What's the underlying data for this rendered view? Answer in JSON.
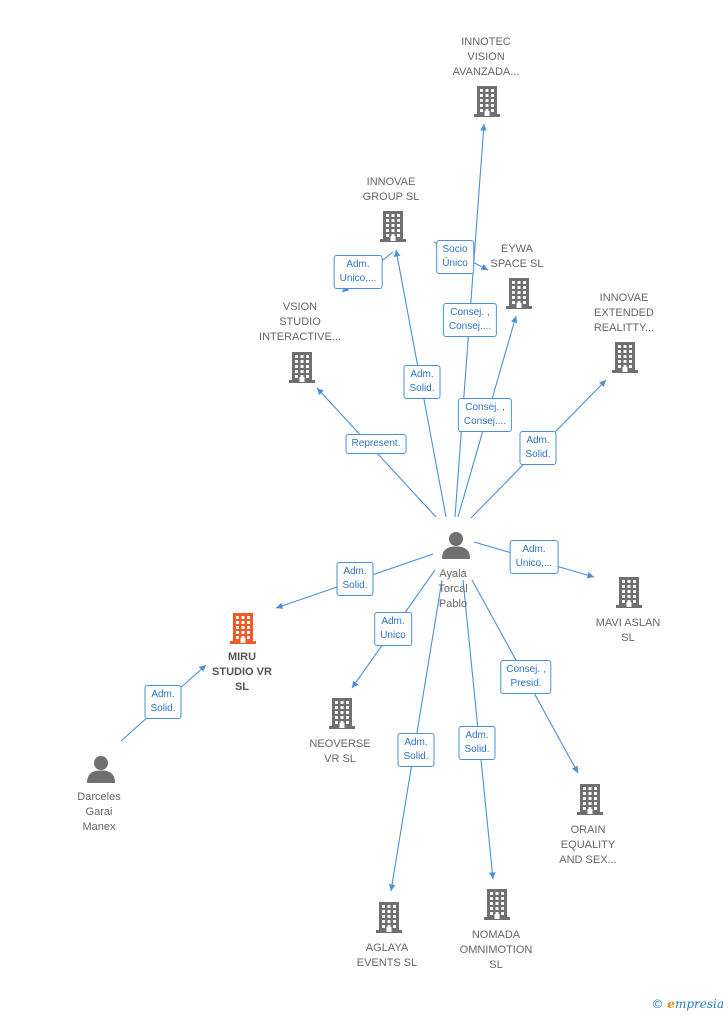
{
  "colors": {
    "edge": "#4a90d9",
    "company": "#6f6f6f",
    "highlight": "#ee5a28",
    "person": "#6f6f6f"
  },
  "nodes": {
    "ayala": {
      "label": "Ayala\nTorcal\nPablo",
      "kind": "person"
    },
    "darceles": {
      "label": "Darceles\nGarai\nManex",
      "kind": "person"
    },
    "innotec": {
      "label": "INNOTEC\nVISION\nAVANZADA...",
      "kind": "company"
    },
    "innovae": {
      "label": "INNOVAE\nGROUP  SL",
      "kind": "company"
    },
    "eywa": {
      "label": "EYWA\nSPACE  SL",
      "kind": "company"
    },
    "vsion": {
      "label": "VSION\nSTUDIO\nINTERACTIVE...",
      "kind": "company"
    },
    "innovae_ext": {
      "label": "INNOVAE\nEXTENDED\nREALITTY...",
      "kind": "company"
    },
    "miru": {
      "label": "MIRU\nSTUDIO VR\nSL",
      "kind": "highlight"
    },
    "mavi": {
      "label": "MAVI ASLAN\nSL",
      "kind": "company"
    },
    "neoverse": {
      "label": "NEOVERSE\nVR  SL",
      "kind": "company"
    },
    "orain": {
      "label": "ORAIN\nEQUALITY\nAND SEX...",
      "kind": "company"
    },
    "aglaya": {
      "label": "AGLAYA\nEVENTS  SL",
      "kind": "company"
    },
    "nomada": {
      "label": "NOMADA\nOMNIMOTION\nSL",
      "kind": "company"
    }
  },
  "edges": [
    {
      "from": "ayala",
      "to": "innotec",
      "label": "Consej. ,\nConsej...."
    },
    {
      "from": "ayala",
      "to": "innovae",
      "label": "Adm.\nSolid."
    },
    {
      "from": "ayala",
      "to": "eywa",
      "label": "Consej. ,\nConsej...."
    },
    {
      "from": "ayala",
      "to": "vsion",
      "label": "Represent."
    },
    {
      "from": "ayala",
      "to": "innovae_ext",
      "label": "Adm.\nSolid."
    },
    {
      "from": "ayala",
      "to": "mavi",
      "label": "Adm.\nUnico,..."
    },
    {
      "from": "ayala",
      "to": "miru",
      "label": "Adm.\nSolid."
    },
    {
      "from": "ayala",
      "to": "neoverse",
      "label": "Adm.\nUnico"
    },
    {
      "from": "ayala",
      "to": "aglaya",
      "label": "Adm.\nSolid."
    },
    {
      "from": "ayala",
      "to": "nomada",
      "label": "Adm.\nSolid."
    },
    {
      "from": "ayala",
      "to": "orain",
      "label": "Consej. ,\nPresid."
    },
    {
      "from": "darceles",
      "to": "miru",
      "label": "Adm.\nSolid."
    },
    {
      "from": "innovae",
      "to": "eywa",
      "label": "Socio\nÚnico"
    },
    {
      "from": "innovae",
      "to": "vsion",
      "label": "Adm.\nUnico,..."
    }
  ],
  "footer": {
    "copyright": "©",
    "brand_initial": "e",
    "brand_rest": "mpresia"
  }
}
